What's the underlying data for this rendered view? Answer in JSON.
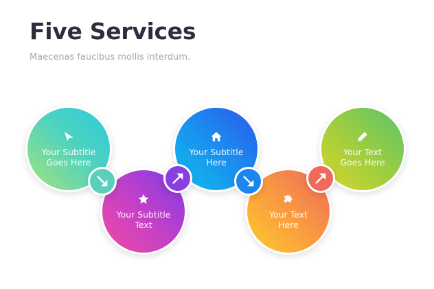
{
  "header": {
    "title": "Five Services",
    "subtitle": "Maecenas faucibus mollis interdum."
  },
  "services": [
    {
      "icon": "paper-plane-icon",
      "line1": "Your Subtitle",
      "line2": "Goes Here",
      "gradient": [
        "#2fd0d8",
        "#9be27a"
      ],
      "connector": "arrow-down-right-icon"
    },
    {
      "icon": "star-icon",
      "line1": "Your Subtitle",
      "line2": "Text",
      "gradient": [
        "#8a3ae0",
        "#ef4aa3"
      ],
      "connector": "arrow-up-right-icon"
    },
    {
      "icon": "home-icon",
      "line1": "Your Subtitle",
      "line2": "Here",
      "gradient": [
        "#2563eb",
        "#10bde8"
      ],
      "connector": "arrow-down-right-icon"
    },
    {
      "icon": "puzzle-icon",
      "line1": "Your Text",
      "line2": "Here",
      "gradient": [
        "#f0625e",
        "#fdc82e"
      ],
      "connector": "arrow-up-right-icon"
    },
    {
      "icon": "pencil-icon",
      "line1": "Your Text",
      "line2": "Goes Here",
      "gradient": [
        "#5cc46a",
        "#d8d92a"
      ]
    }
  ]
}
